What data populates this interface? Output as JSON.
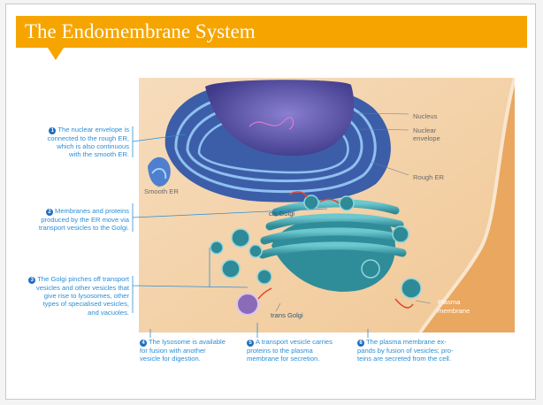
{
  "header": {
    "title": "The Endomembrane System"
  },
  "colors": {
    "banner": "#f6a500",
    "callout_text": "#2a8fd8",
    "number_badge": "#1f6fc0",
    "cell_background": "#f4d2a8",
    "membrane": "#4a90d6",
    "golgi": "#3d9db0"
  },
  "diagram": {
    "labels": {
      "nucleus": "Nucleus",
      "nuclear_envelope_1": "Nuclear",
      "nuclear_envelope_2": "envelope",
      "rough_er": "Rough ER",
      "smooth_er": "Smooth ER",
      "cis_golgi": "cis Golgi",
      "trans_golgi": "trans Golgi",
      "plasma_membrane_1": "Plasma",
      "plasma_membrane_2": "membrane"
    },
    "callouts": [
      {
        "number": "1",
        "lines": [
          "The nuclear envelope is",
          "connected to the rough ER,",
          "which is also continuous",
          "with the smooth ER."
        ]
      },
      {
        "number": "2",
        "lines": [
          "Membranes and proteins",
          "produced by the ER move via",
          "transport vesicles to the Golgi."
        ]
      },
      {
        "number": "3",
        "lines": [
          "The Golgi pinches off transport",
          "vesicles and other vesicles that",
          "give rise to lysosomes, other",
          "types of specialised vesicles,",
          "and vacuoles."
        ]
      },
      {
        "number": "4",
        "lines": [
          "The lysosome is available",
          "for fusion with another",
          "vesicle for digestion."
        ]
      },
      {
        "number": "5",
        "lines": [
          "A transport vesicle carries",
          "proteins to the plasma",
          "membrane for secretion."
        ]
      },
      {
        "number": "6",
        "lines": [
          "The plasma membrane ex-",
          "pands by fusion of vesicles; pro-",
          "teins are secreted from the cell."
        ]
      }
    ]
  }
}
